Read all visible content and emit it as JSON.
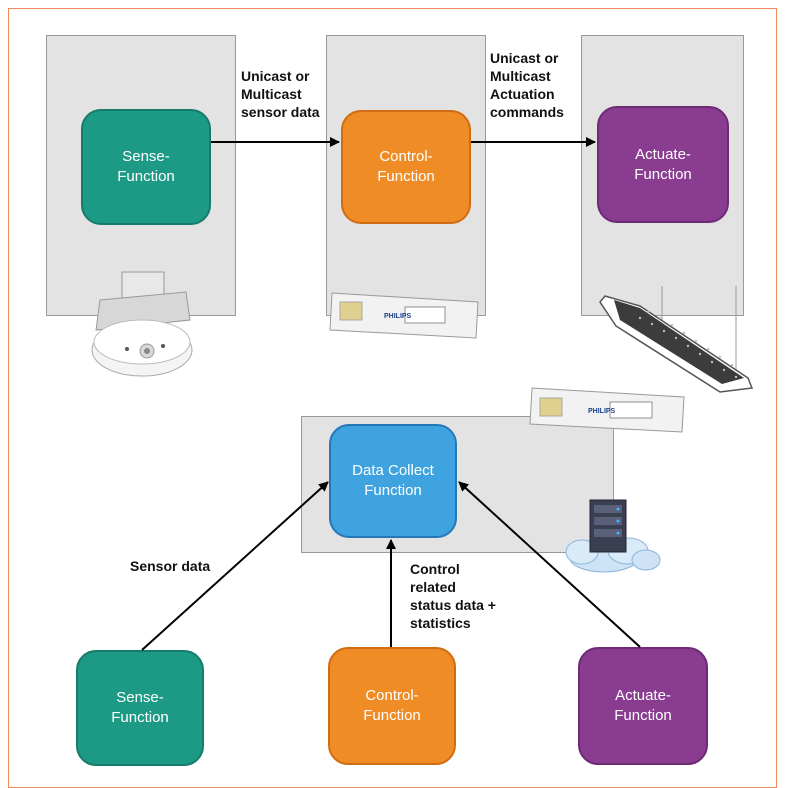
{
  "top_row": {
    "sense": {
      "line1": "Sense-",
      "line2": "Function"
    },
    "control": {
      "line1": "Control-",
      "line2": "Function"
    },
    "actuate": {
      "line1": "Actuate-",
      "line2": "Function"
    }
  },
  "labels": {
    "sensor_multicast": [
      "Unicast or",
      "Multicast",
      "sensor data"
    ],
    "actuation_multicast": [
      "Unicast or",
      "Multicast",
      "Actuation",
      "commands"
    ],
    "sensor_data": "Sensor data",
    "control_status": [
      "Control",
      "related",
      "status data +",
      "statistics"
    ]
  },
  "data_collect": {
    "line1": "Data Collect",
    "line2": "Function"
  },
  "bottom_row": {
    "sense": {
      "line1": "Sense-",
      "line2": "Function"
    },
    "control": {
      "line1": "Control-",
      "line2": "Function"
    },
    "actuate": {
      "line1": "Actuate-",
      "line2": "Function"
    }
  },
  "device_labels": {
    "driver_brand": "PHILIPS"
  },
  "colors": {
    "sense": "#1d9a85",
    "control": "#f08c26",
    "actuate": "#8a3c91",
    "data_collect": "#3fa3e0",
    "frame": "#f08a5d"
  }
}
